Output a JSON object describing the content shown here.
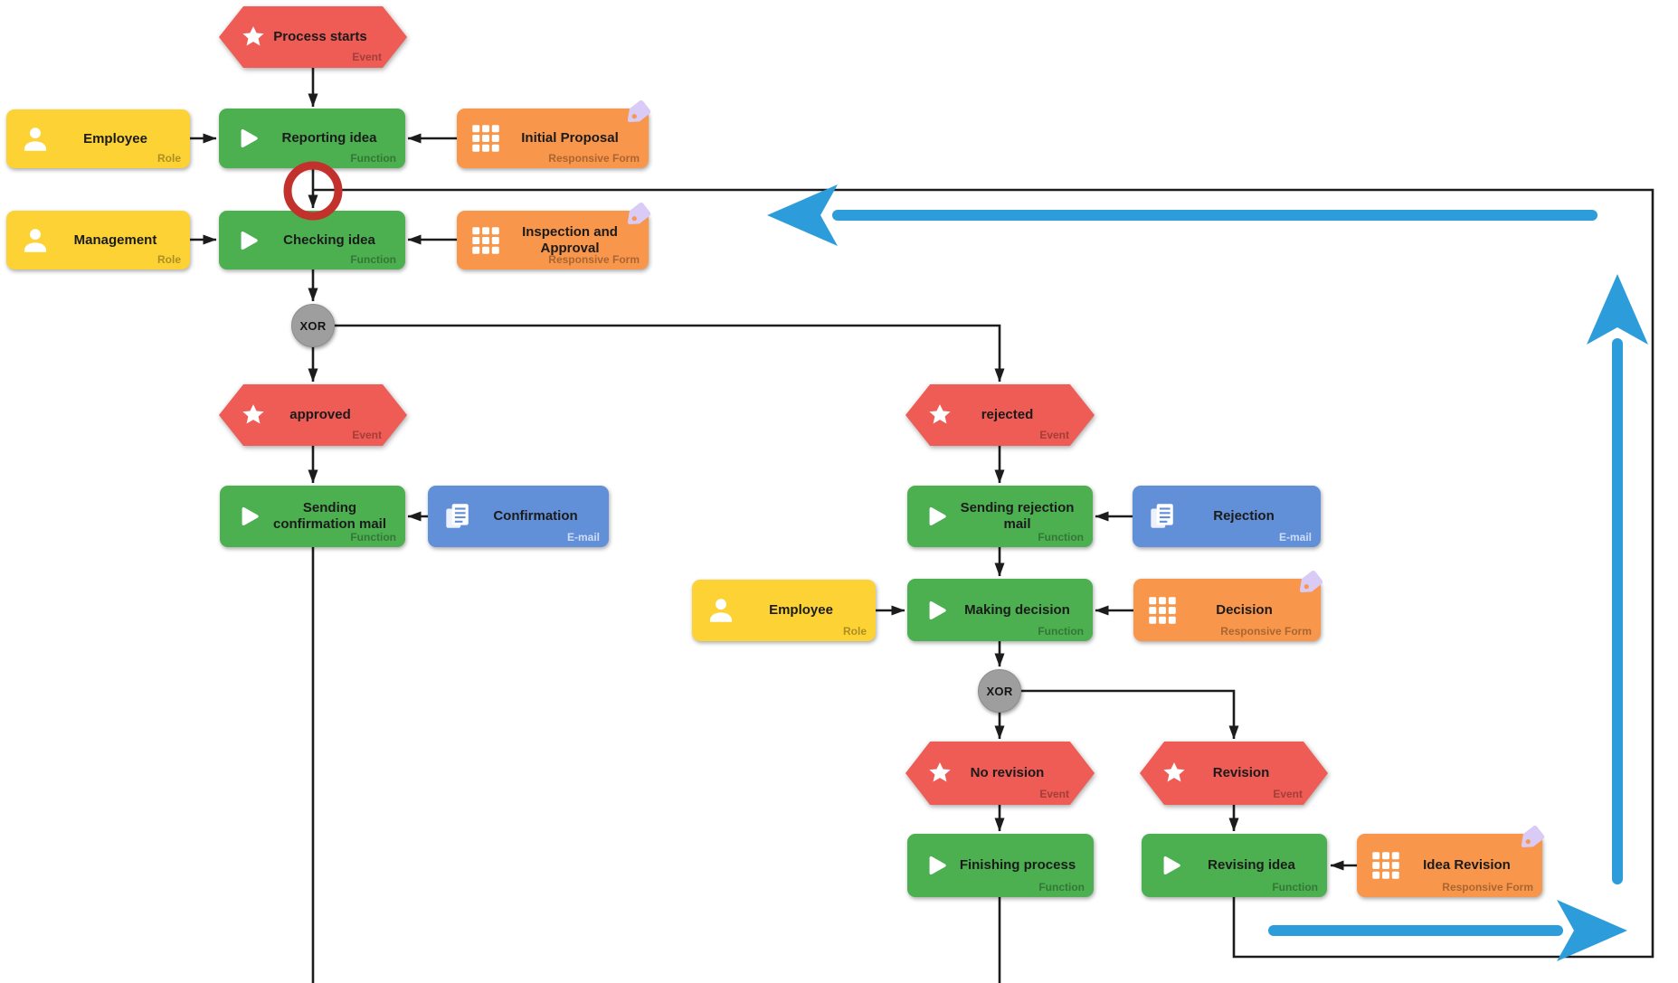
{
  "nodes": {
    "process_starts": {
      "label": "Process starts",
      "type": "Event"
    },
    "employee_1": {
      "label": "Employee",
      "type": "Role"
    },
    "reporting_idea": {
      "label": "Reporting idea",
      "type": "Function"
    },
    "initial_proposal": {
      "label": "Initial Proposal",
      "type": "Responsive Form"
    },
    "management": {
      "label": "Management",
      "type": "Role"
    },
    "checking_idea": {
      "label": "Checking idea",
      "type": "Function"
    },
    "inspection_approval": {
      "label": "Inspection and Approval",
      "type": "Responsive Form"
    },
    "xor_1": {
      "label": "XOR"
    },
    "approved": {
      "label": "approved",
      "type": "Event"
    },
    "rejected": {
      "label": "rejected",
      "type": "Event"
    },
    "sending_confirmation": {
      "label": "Sending confirmation mail",
      "type": "Function"
    },
    "confirmation": {
      "label": "Confirmation",
      "type": "E-mail"
    },
    "sending_rejection": {
      "label": "Sending rejection mail",
      "type": "Function"
    },
    "rejection": {
      "label": "Rejection",
      "type": "E-mail"
    },
    "employee_2": {
      "label": "Employee",
      "type": "Role"
    },
    "making_decision": {
      "label": "Making decision",
      "type": "Function"
    },
    "decision": {
      "label": "Decision",
      "type": "Responsive Form"
    },
    "xor_2": {
      "label": "XOR"
    },
    "no_revision": {
      "label": "No revision",
      "type": "Event"
    },
    "revision": {
      "label": "Revision",
      "type": "Event"
    },
    "finishing_process": {
      "label": "Finishing process",
      "type": "Function"
    },
    "revising_idea": {
      "label": "Revising idea",
      "type": "Function"
    },
    "idea_revision": {
      "label": "Idea Revision",
      "type": "Responsive Form"
    }
  },
  "colors": {
    "event": "#EF5B55",
    "function": "#4CAF50",
    "role": "#FCD235",
    "form": "#F8964B",
    "email": "#618FD8",
    "xor": "#9E9E9E",
    "connector": "#1C1C1C",
    "annotation_arrow_blue": "#2D9CDB",
    "highlight_ring_red": "#C3312D",
    "form_tag": "#D9CBF5"
  },
  "icons": {
    "event": "star-icon",
    "function": "play-icon",
    "role": "person-icon",
    "form": "grid-icon",
    "email": "document-icon",
    "form_badge": "tag-icon"
  }
}
